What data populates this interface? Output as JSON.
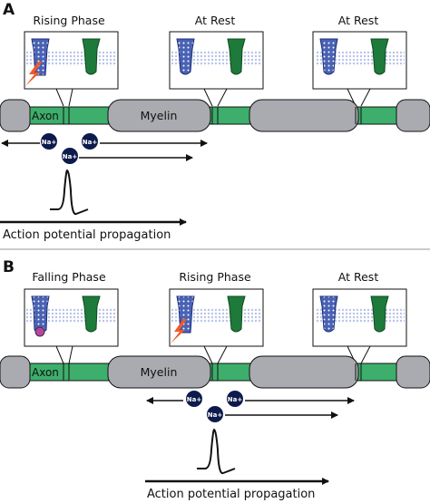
{
  "panels": [
    {
      "letter": "A",
      "boxes": [
        "Rising Phase",
        "At Rest",
        "At Rest"
      ],
      "axon_label": "Axon",
      "myelin_label": "Myelin",
      "ion_label": "Na+",
      "caption": "Action potential propagation"
    },
    {
      "letter": "B",
      "boxes": [
        "Falling Phase",
        "Rising Phase",
        "At Rest"
      ],
      "axon_label": "Axon",
      "myelin_label": "Myelin",
      "ion_label": "Na+",
      "caption": "Action potential propagation"
    }
  ],
  "colors": {
    "axon": "#3dae6b",
    "myelin": "#a9abb0",
    "sodium_channel": "#4a62b4",
    "potassium_channel": "#1e7a3a",
    "membrane_head": "#b9c4e8",
    "ion": "#0d1b4c",
    "stimulus": "#f05a28",
    "inactivation_ball": "#b04aa0"
  }
}
